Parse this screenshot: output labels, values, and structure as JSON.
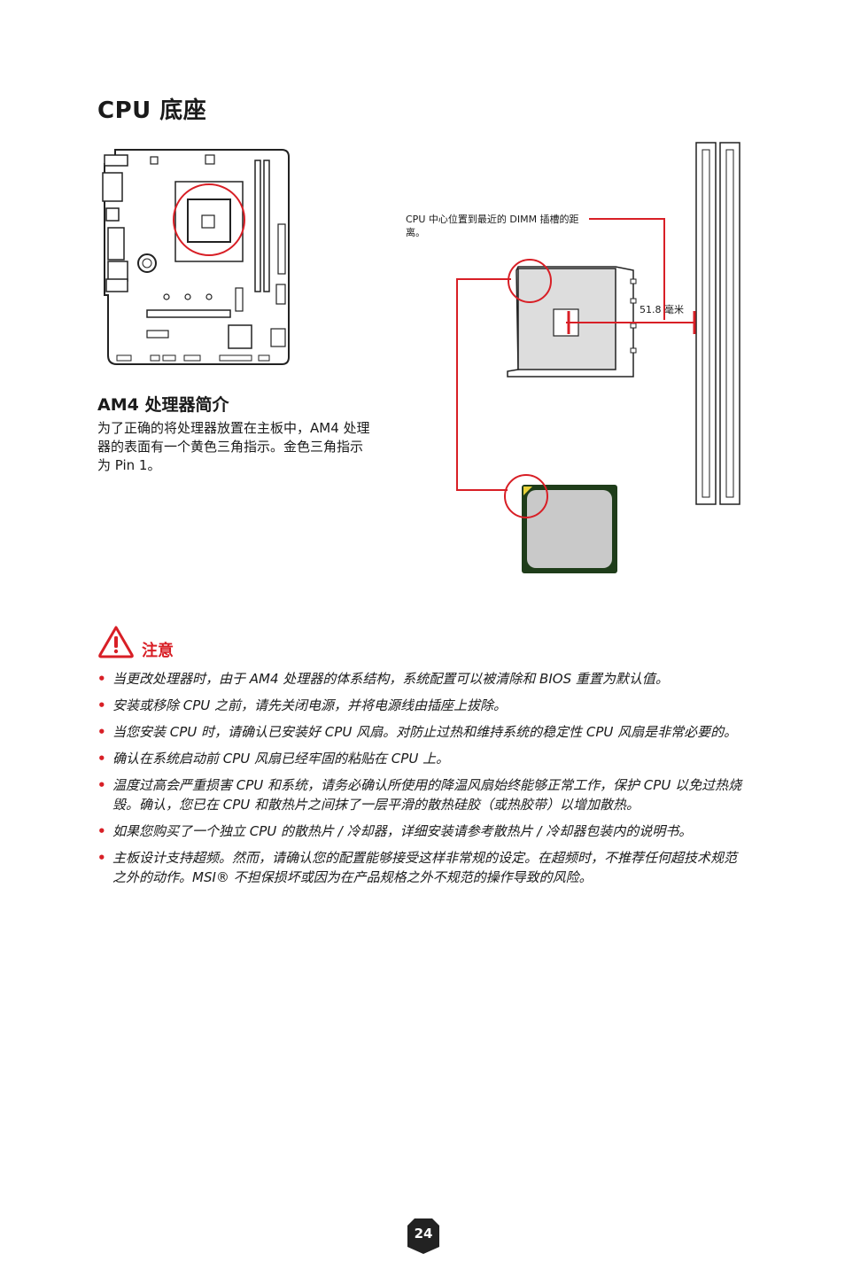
{
  "page": {
    "title": "CPU 底座",
    "diagram": {
      "callout": "CPU 中心位置到最近的 DIMM 插槽的距离。",
      "distance": "51.8 毫米"
    },
    "section": {
      "heading": "AM4 处理器简介",
      "body": "为了正确的将处理器放置在主板中，AM4 处理器的表面有一个黄色三角指示。金色三角指示为 Pin 1。"
    },
    "caution": {
      "title": "注意",
      "icon": "warning-icon",
      "bullet": "•",
      "items": [
        "当更改处理器时，由于 AM4 处理器的体系结构，系统配置可以被清除和 BIOS 重置为默认值。",
        "安装或移除 CPU 之前，请先关闭电源，并将电源线由插座上拔除。",
        "当您安装 CPU 时，请确认已安装好 CPU 风扇。对防止过热和维持系统的稳定性 CPU 风扇是非常必要的。",
        "确认在系统启动前 CPU 风扇已经牢固的粘贴在 CPU 上。",
        "温度过高会严重损害 CPU 和系统，请务必确认所使用的降温风扇始终能够正常工作，保护 CPU 以免过热烧毁。确认，您已在 CPU 和散热片之间抹了一层平滑的散热硅胶（或热胶带）以增加散热。",
        "如果您购买了一个独立 CPU 的散热片 / 冷却器，详细安装请参考散热片 / 冷却器包装内的说明书。",
        "主板设计支持超频。然而，请确认您的配置能够接受这样非常规的设定。在超频时，不推荐任何超技术规范之外的动作。MSI® 不担保损坏或因为在产品规格之外不规范的操作导致的风险。"
      ]
    },
    "page_number": "24",
    "colors": {
      "accent": "#d81f26",
      "text": "#1a1a1a",
      "chip": "#1f3d1a",
      "pin1": "#e8d23a"
    }
  }
}
